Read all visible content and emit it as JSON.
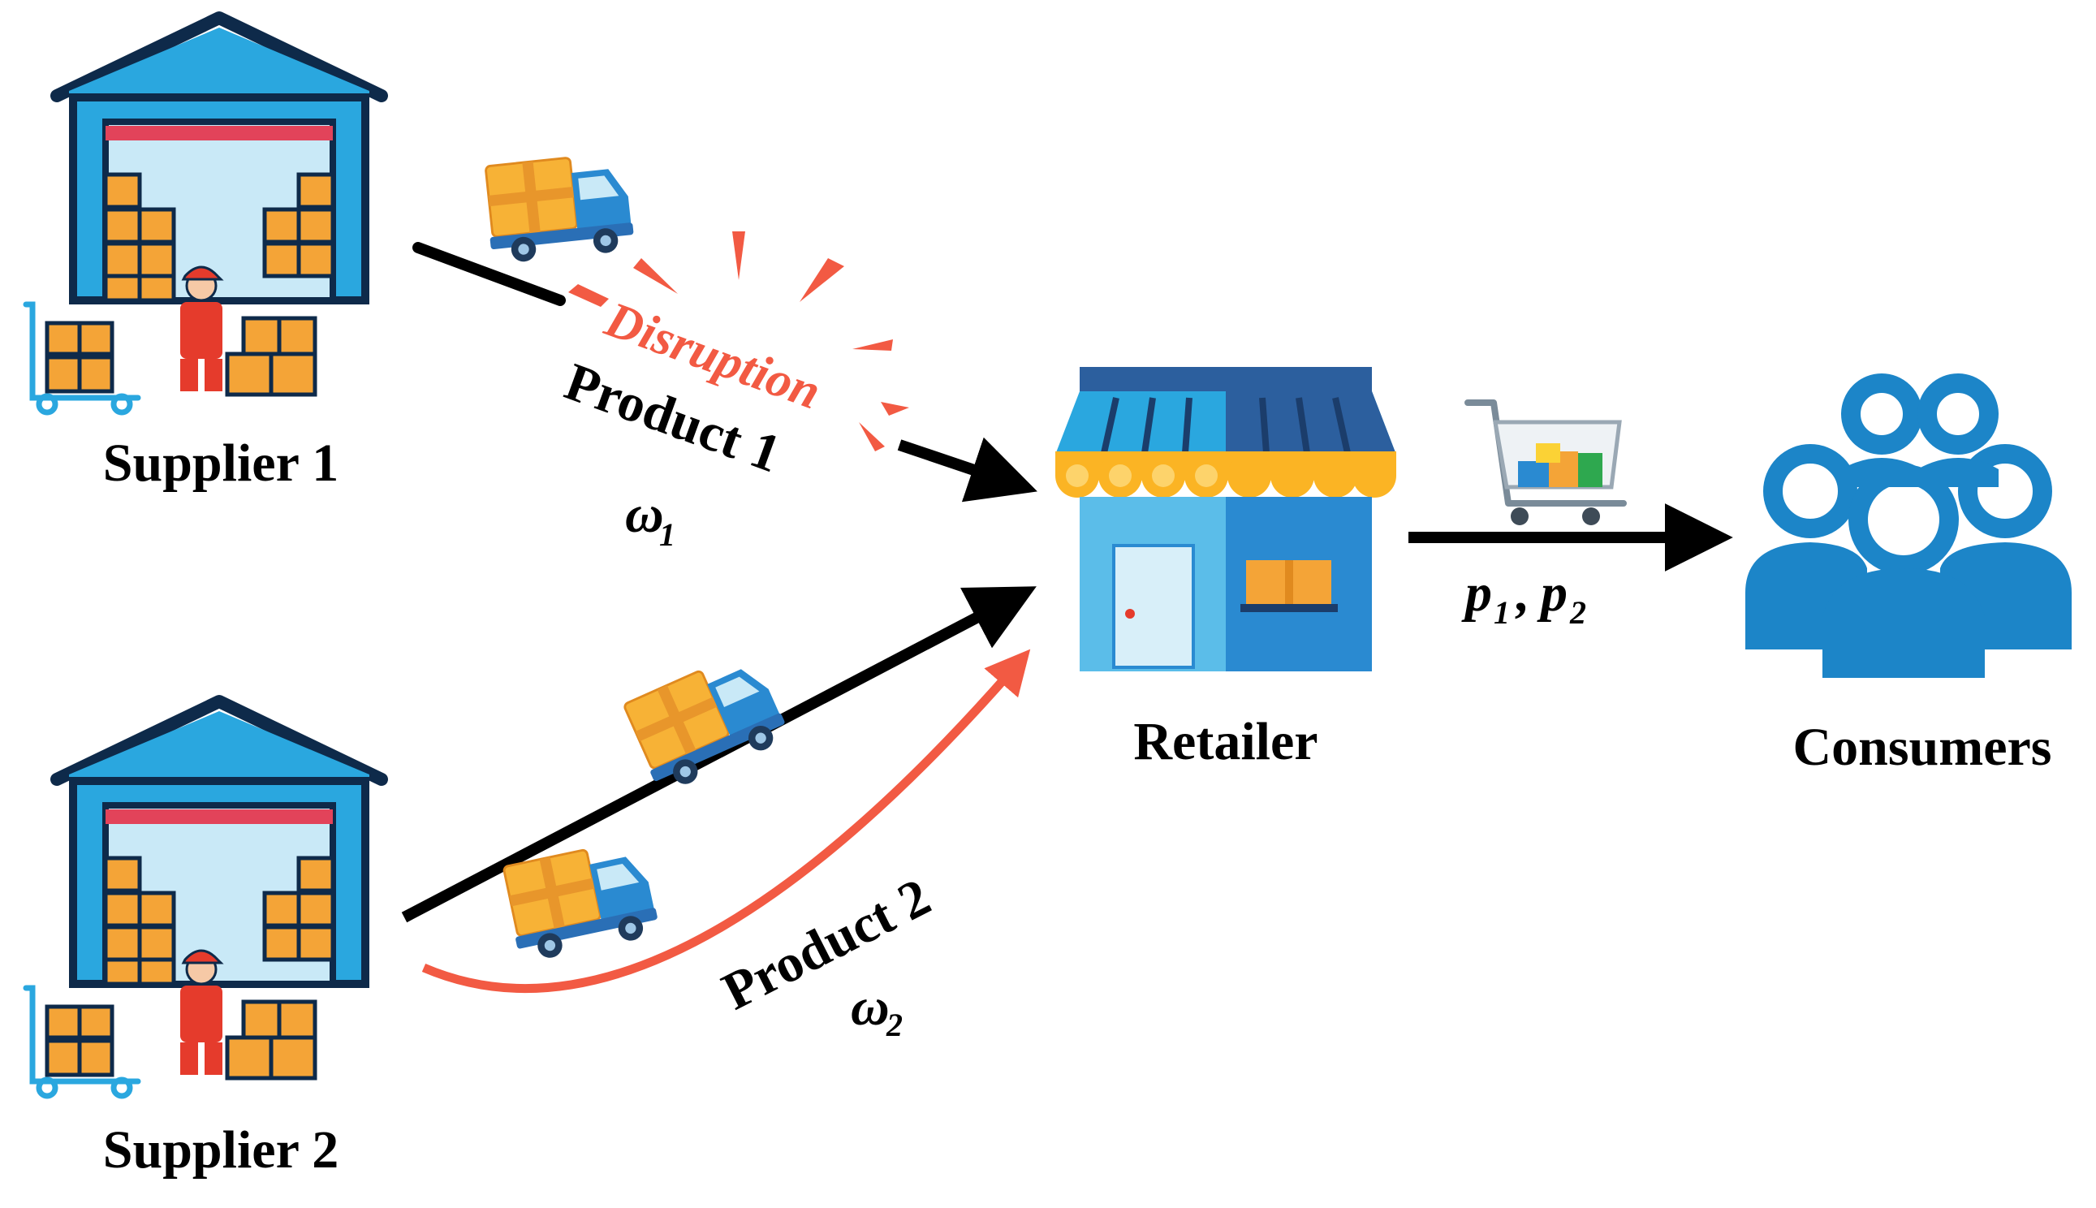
{
  "nodes": {
    "supplier1": "Supplier 1",
    "supplier2": "Supplier 2",
    "retailer": "Retailer",
    "consumers": "Consumers"
  },
  "edges": {
    "product1": "Product 1",
    "omega1": "ω",
    "omega1_sub": "1",
    "product2": "Product 2",
    "omega2": "ω",
    "omega2_sub": "2",
    "disruption": "Disruption",
    "p1": "p",
    "p1_sub": "1",
    "sep": ",",
    "p2": "p",
    "p2_sub": "2"
  },
  "colors": {
    "warehouse_blue": "#2aa7df",
    "box_orange": "#f4a437",
    "disruption_red": "#f25a43",
    "arrow_black": "#000000",
    "consumer_blue": "#1c85c8",
    "awning_yellow": "#fbb424",
    "awning_navy": "#2c5f9e"
  },
  "icons": [
    "warehouse-icon",
    "delivery-truck-icon",
    "store-icon",
    "shopping-cart-icon",
    "people-group-icon",
    "hand-trolley-icon",
    "worker-icon"
  ]
}
